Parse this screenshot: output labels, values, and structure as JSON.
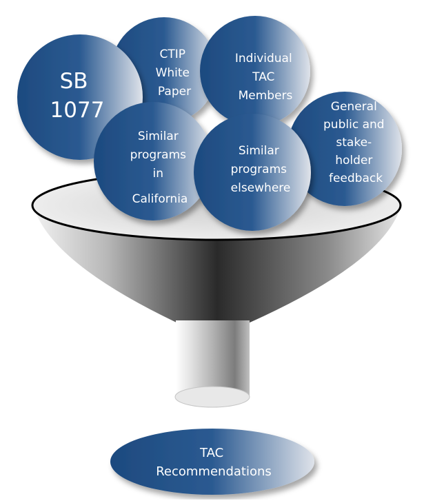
{
  "diagram": {
    "inputs": [
      {
        "id": "ctip",
        "lines": [
          "CTIP",
          "White",
          "Paper"
        ]
      },
      {
        "id": "tac-members",
        "lines": [
          "Individual",
          "TAC",
          "Members"
        ]
      },
      {
        "id": "sb1077",
        "lines": [
          "SB",
          "1077"
        ]
      },
      {
        "id": "general-public",
        "lines": [
          "General",
          "public and",
          "stake-",
          "holder",
          "feedback"
        ]
      },
      {
        "id": "similar-california",
        "lines": [
          "Similar",
          "programs",
          "in",
          "California"
        ]
      },
      {
        "id": "similar-elsewhere",
        "lines": [
          "Similar",
          "programs",
          "elsewhere"
        ]
      }
    ],
    "output": {
      "lines": [
        "TAC",
        "Recommendations"
      ]
    },
    "colors": {
      "bubble_dark": "#1d4a7f",
      "bubble_light": "#dfe3ea",
      "funnel_dark": "#1a1a1a",
      "funnel_light": "#f2f2f2"
    }
  }
}
